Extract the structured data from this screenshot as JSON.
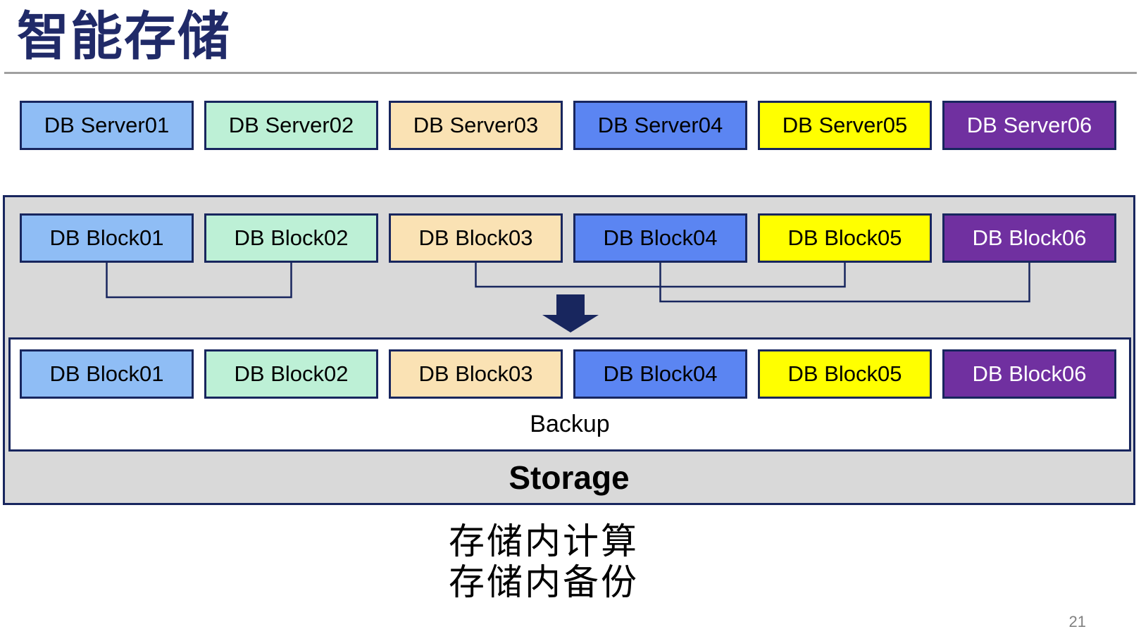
{
  "title": "智能存储",
  "page_number": "21",
  "server_row": [
    {
      "label": "DB Server01",
      "fill": "#8FBDF5",
      "text_color": "#000000"
    },
    {
      "label": "DB Server02",
      "fill": "#BDF0D6",
      "text_color": "#000000"
    },
    {
      "label": "DB Server03",
      "fill": "#FAE2B4",
      "text_color": "#000000"
    },
    {
      "label": "DB Server04",
      "fill": "#5B85F2",
      "text_color": "#000000"
    },
    {
      "label": "DB Server05",
      "fill": "#FFFF00",
      "text_color": "#000000"
    },
    {
      "label": "DB Server06",
      "fill": "#7030A0",
      "text_color": "#FFFFFF"
    }
  ],
  "block_row_top": [
    {
      "label": "DB Block01",
      "fill": "#8FBDF5",
      "text_color": "#000000"
    },
    {
      "label": "DB Block02",
      "fill": "#BDF0D6",
      "text_color": "#000000"
    },
    {
      "label": "DB Block03",
      "fill": "#FAE2B4",
      "text_color": "#000000"
    },
    {
      "label": "DB Block04",
      "fill": "#5B85F2",
      "text_color": "#000000"
    },
    {
      "label": "DB Block05",
      "fill": "#FFFF00",
      "text_color": "#000000"
    },
    {
      "label": "DB Block06",
      "fill": "#7030A0",
      "text_color": "#FFFFFF"
    }
  ],
  "block_row_bottom": [
    {
      "label": "DB Block01",
      "fill": "#8FBDF5",
      "text_color": "#000000"
    },
    {
      "label": "DB Block02",
      "fill": "#BDF0D6",
      "text_color": "#000000"
    },
    {
      "label": "DB Block03",
      "fill": "#FAE2B4",
      "text_color": "#000000"
    },
    {
      "label": "DB Block04",
      "fill": "#5B85F2",
      "text_color": "#000000"
    },
    {
      "label": "DB Block05",
      "fill": "#FFFF00",
      "text_color": "#000000"
    },
    {
      "label": "DB Block06",
      "fill": "#7030A0",
      "text_color": "#FFFFFF"
    }
  ],
  "connections": [
    {
      "from": "DB Block01",
      "to": "DB Block02"
    },
    {
      "from": "DB Block03",
      "to": "DB Block05"
    },
    {
      "from": "DB Block04",
      "to": "DB Block06"
    }
  ],
  "backup_label": "Backup",
  "storage_label": "Storage",
  "captions": [
    "存储内计算",
    "存储内备份"
  ],
  "colors": {
    "navy": "#18265E",
    "title": "#202A68",
    "container_fill": "#D9D9D9",
    "divider": "#A0A0A0",
    "page_number": "#808080"
  }
}
